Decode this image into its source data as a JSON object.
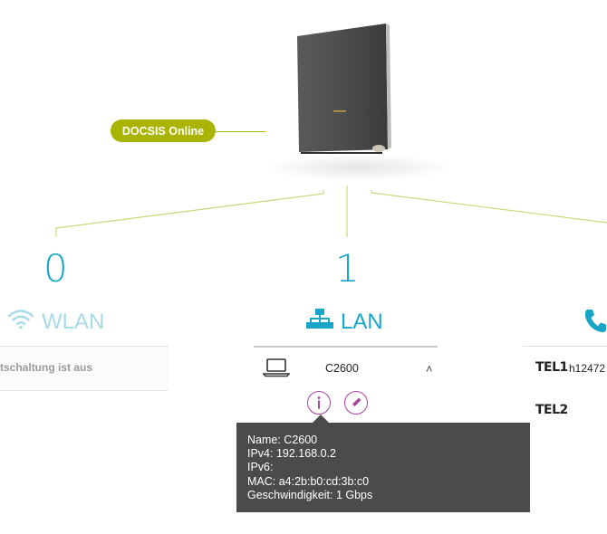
{
  "router": {
    "status_badge": "DOCSIS Online"
  },
  "wlan": {
    "count": "0",
    "title": "WLAN",
    "status": "eitschaltung ist aus",
    "icon": "wifi-icon"
  },
  "lan": {
    "count": "1",
    "title": "LAN",
    "icon": "network-icon",
    "device_name": "C2600",
    "toggle": "˄"
  },
  "device_info": {
    "name": "Name: C2600",
    "ipv4": "IPv4: 192.168.0.2",
    "ipv6": "IPv6:",
    "mac": "MAC: a4:2b:b0:cd:3b:c0",
    "speed": "Geschwindigkeit: 1 Gbps"
  },
  "telephony": {
    "icon": "phone-icon",
    "lines": [
      {
        "name": "TEL1",
        "number": "h12472"
      },
      {
        "name": "TEL2",
        "number": ""
      }
    ]
  },
  "colors": {
    "accent_blue": "#19a6c6",
    "online_green": "#a8b400",
    "action_purple": "#a8459c",
    "tooltip_bg": "#4b4b4b"
  }
}
